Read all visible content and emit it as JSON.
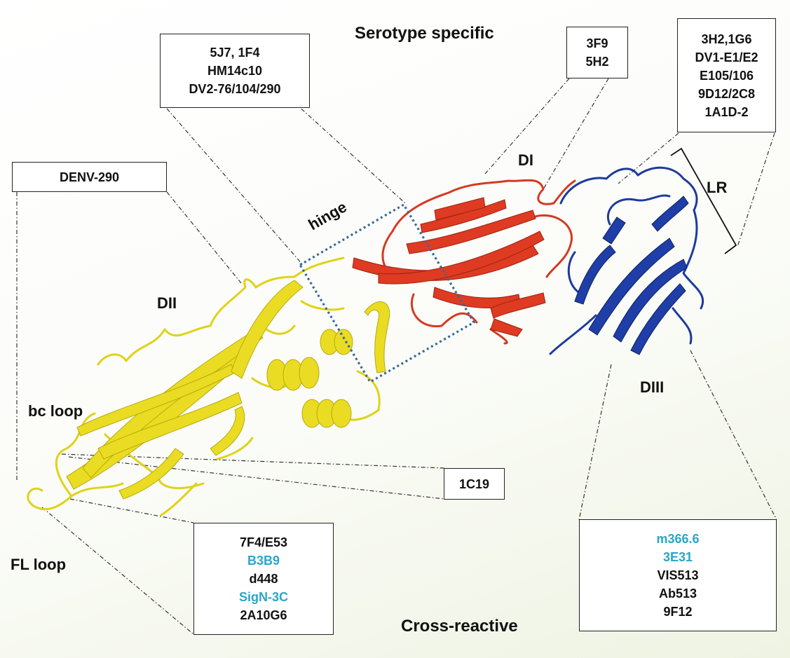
{
  "colors": {
    "domain_I": "#d83a22",
    "domain_II": "#e3d51f",
    "domain_III": "#1d3a9e",
    "cross_reactive_highlight": "#2aa6c9"
  },
  "headers": {
    "serotype_specific": "Serotype specific",
    "cross_reactive": "Cross-reactive"
  },
  "domain_labels": {
    "di": "DI",
    "dii": "DII",
    "diii": "DIII",
    "lr": "LR",
    "hinge": "hinge",
    "bc_loop": "bc loop",
    "fl_loop": "FL loop"
  },
  "boxes": {
    "hinge_antibodies": [
      "5J7, 1F4",
      "HM14c10",
      "DV2-76/104/290"
    ],
    "di_antibodies": [
      "3F9",
      "5H2"
    ],
    "lr_antibodies": [
      "3H2,1G6",
      "DV1-E1/E2",
      "E105/106",
      "9D12/2C8",
      "1A1D-2"
    ],
    "dii_antibody": [
      "DENV-290"
    ],
    "bc_loop_antibody": [
      "1C19"
    ],
    "fl_loop_antibodies": [
      {
        "name": "7F4/E53",
        "highlight": false
      },
      {
        "name": "B3B9",
        "highlight": true
      },
      {
        "name": "d448",
        "highlight": false
      },
      {
        "name": "SigN-3C",
        "highlight": true
      },
      {
        "name": "2A10G6",
        "highlight": false
      }
    ],
    "diii_antibodies": [
      {
        "name": "m366.6",
        "highlight": true
      },
      {
        "name": "3E31",
        "highlight": true
      },
      {
        "name": "VIS513",
        "highlight": false
      },
      {
        "name": "Ab513",
        "highlight": false
      },
      {
        "name": "9F12",
        "highlight": false
      }
    ]
  }
}
